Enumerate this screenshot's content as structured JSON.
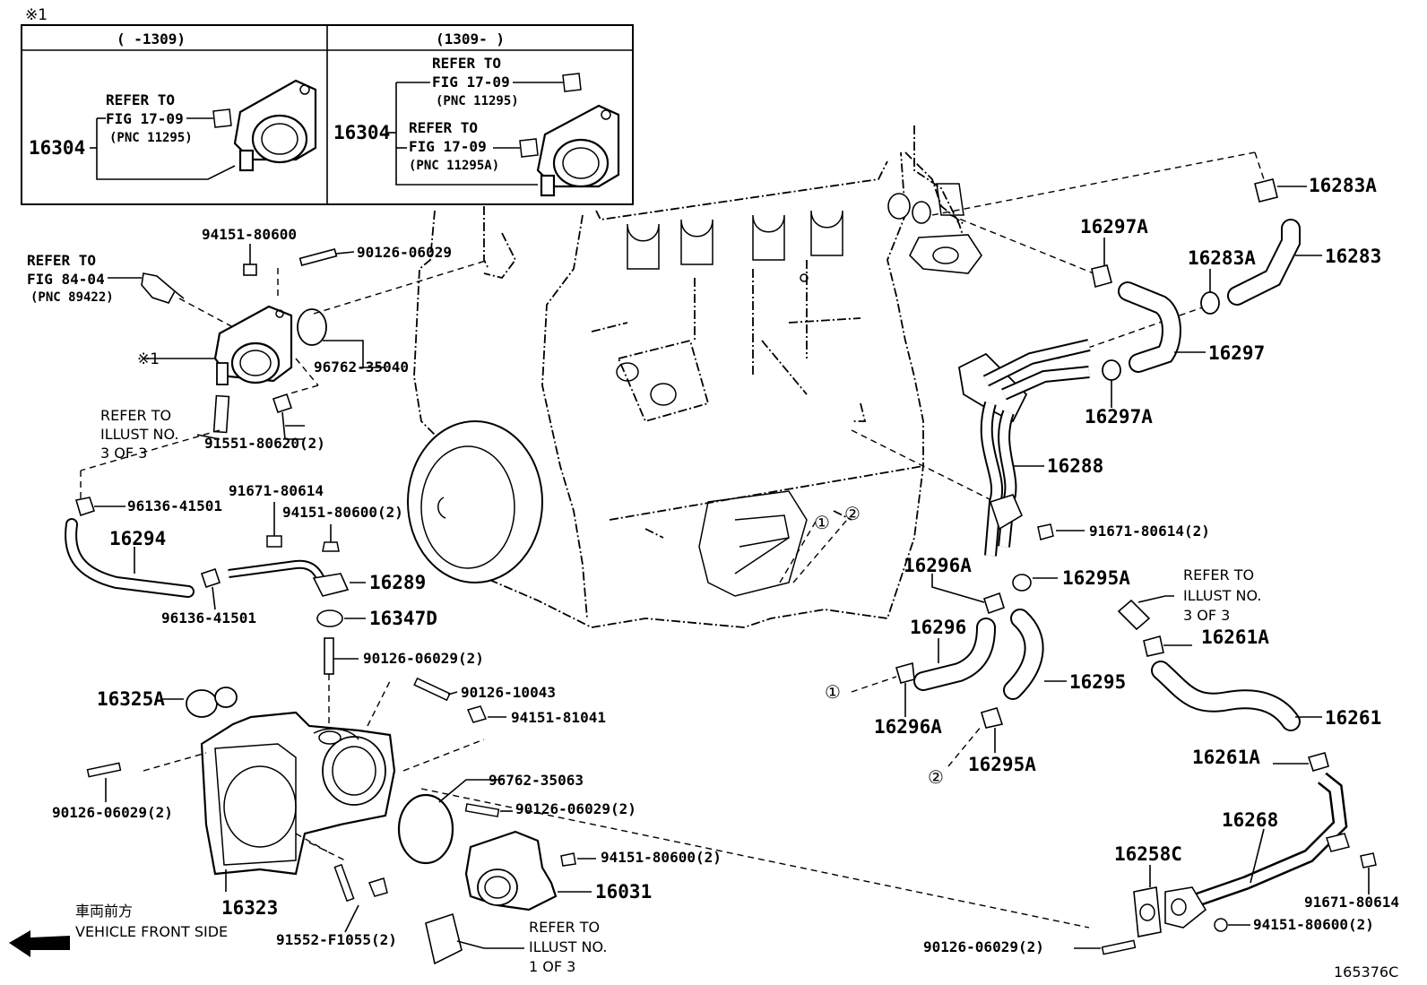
{
  "inset": {
    "marker": "※1",
    "left_header": "(     -1309)",
    "right_header": "(1309-     )",
    "left_part": "16304",
    "right_part": "16304",
    "left_refer": [
      "REFER TO",
      "FIG 17-09",
      "(PNC 11295)"
    ],
    "right_refer_a": [
      "REFER TO",
      "FIG 17-09",
      "(PNC 11295)"
    ],
    "right_refer_b": [
      "REFER TO",
      "FIG 17-09",
      "(PNC 11295A)"
    ]
  },
  "refer_notes": {
    "fig84": [
      "REFER TO",
      "FIG 84-04",
      "(PNC 89422)"
    ],
    "illust3_left": [
      "REFER TO",
      "ILLUST NO.",
      "3 OF 3"
    ],
    "illust3_right": [
      "REFER TO",
      "ILLUST NO.",
      "3 OF 3"
    ],
    "illust1": [
      "REFER TO",
      "ILLUST NO.",
      "1 OF 3"
    ],
    "marker1": "※1"
  },
  "parts": {
    "p94151_80600": "94151-80600",
    "p90126_06029_a": "90126-06029",
    "p96762_35040": "96762-35040",
    "p91551_80620": "91551-80620(2)",
    "p96136_41501_a": "96136-41501",
    "p96136_41501_b": "96136-41501",
    "p91671_80614_a": "91671-80614",
    "p94151_80600_2a": "94151-80600(2)",
    "p16294": "16294",
    "p16289": "16289",
    "p16347D": "16347D",
    "p90126_06029_2a": "90126-06029(2)",
    "p16325A": "16325A",
    "p90126_10043": "90126-10043",
    "p94151_81041": "94151-81041",
    "p96762_35063": "96762-35063",
    "p90126_06029_2b": "90126-06029(2)",
    "p94151_80600_2b": "94151-80600(2)",
    "p16031": "16031",
    "p90126_06029_2c": "90126-06029(2)",
    "p16323": "16323",
    "p91552_F1055": "91552-F1055(2)",
    "p16283A_a": "16283A",
    "p16283A_b": "16283A",
    "p16283": "16283",
    "p16297A_a": "16297A",
    "p16297": "16297",
    "p16297A_b": "16297A",
    "p16288": "16288",
    "p91671_80614_2": "91671-80614(2)",
    "p16296A_a": "16296A",
    "p16295A_a": "16295A",
    "p16296": "16296",
    "p16295": "16295",
    "p16296A_b": "16296A",
    "p16295A_b": "16295A",
    "p16261A_a": "16261A",
    "p16261": "16261",
    "p16261A_b": "16261A",
    "p16268": "16268",
    "p16258C": "16258C",
    "p91671_80614_b": "91671-80614",
    "p94151_80600_2c": "94151-80600(2)",
    "p90126_06029_2d": "90126-06029(2)"
  },
  "circle_marks": {
    "one": "①",
    "two": "②"
  },
  "front": {
    "jp": "車両前方",
    "en": "VEHICLE FRONT SIDE"
  },
  "figure_id": "165376C"
}
